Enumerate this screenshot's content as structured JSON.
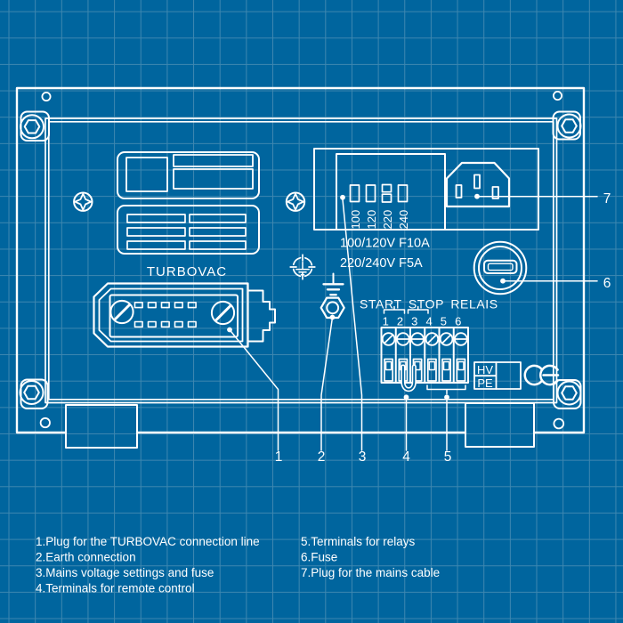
{
  "colors": {
    "background": "#00659E",
    "grid_line": "#3E87B0",
    "line_art": "#FFFFFF"
  },
  "diagram": {
    "turbovac_label": "TURBOVAC",
    "voltage_selector": {
      "options": [
        "100",
        "120",
        "220",
        "240"
      ],
      "rating_line1": "100/120V F10A",
      "rating_line2": "220/240V F5A"
    },
    "terminal_block": {
      "caption": "START STOP RELAIS",
      "numbers": [
        "1",
        "2",
        "3",
        "4",
        "5",
        "6"
      ]
    },
    "hv_pe_box": {
      "top": "HV",
      "bottom": "PE"
    },
    "ce_mark_label": "CE",
    "callout_numbers": [
      "1",
      "2",
      "3",
      "4",
      "5",
      "6",
      "7"
    ]
  },
  "legend": {
    "left": [
      "1.Plug for the TURBOVAC connection line",
      "2.Earth connection",
      "3.Mains voltage settings and fuse",
      "4.Terminals for remote control"
    ],
    "right": [
      "5.Terminals for relays",
      "6.Fuse",
      "7.Plug for the mains cable"
    ]
  }
}
